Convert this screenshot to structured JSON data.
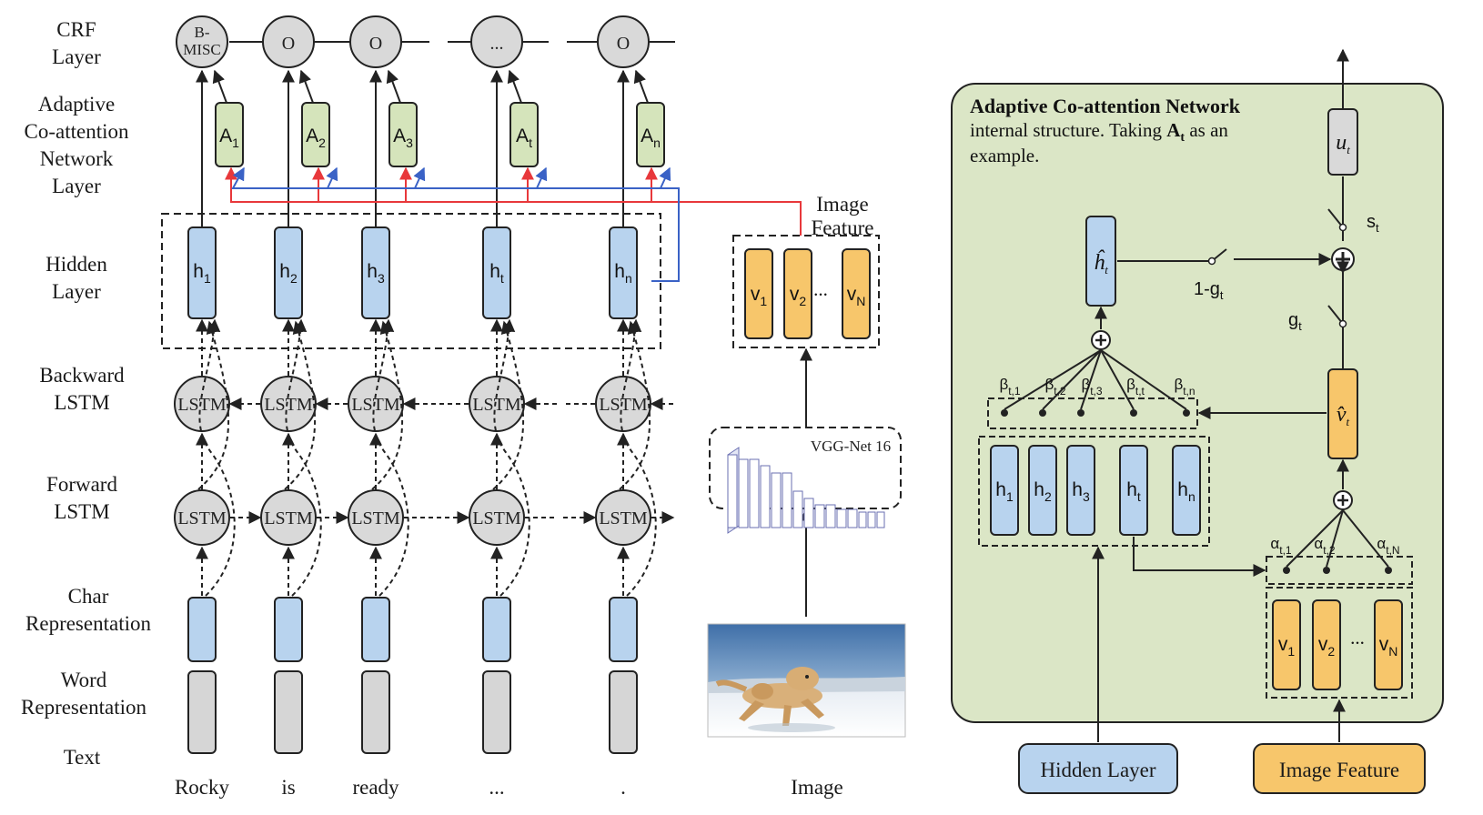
{
  "row_labels": {
    "crf": [
      "CRF",
      "Layer"
    ],
    "acn": [
      "Adaptive",
      "Co-attention",
      "Network",
      "Layer"
    ],
    "hidden": [
      "Hidden",
      "Layer"
    ],
    "backward": [
      "Backward",
      "LSTM"
    ],
    "forward": [
      "Forward",
      "LSTM"
    ],
    "char": [
      "Char",
      "Representation"
    ],
    "word": [
      "Word",
      "Representation"
    ],
    "text": "Text"
  },
  "crf_nodes": [
    [
      "B-",
      "MISC"
    ],
    [
      "O"
    ],
    [
      "O"
    ],
    [
      "..."
    ],
    [
      "O"
    ]
  ],
  "attention_nodes": [
    {
      "base": "A",
      "sub": "1"
    },
    {
      "base": "A",
      "sub": "2"
    },
    {
      "base": "A",
      "sub": "3"
    },
    {
      "base": "A",
      "sub": "t"
    },
    {
      "base": "A",
      "sub": "n"
    }
  ],
  "hidden_nodes": [
    {
      "base": "h",
      "sub": "1"
    },
    {
      "base": "h",
      "sub": "2"
    },
    {
      "base": "h",
      "sub": "3"
    },
    {
      "base": "h",
      "sub": "t"
    },
    {
      "base": "h",
      "sub": "n"
    }
  ],
  "lstm_label": "LSTM",
  "words": [
    "Rocky",
    "is",
    "ready",
    "...",
    "."
  ],
  "image_feature_label": [
    "Image",
    "Feature"
  ],
  "image_features": [
    {
      "base": "v",
      "sub": "1"
    },
    {
      "base": "v",
      "sub": "2"
    },
    {
      "base": "v",
      "sub": "N"
    }
  ],
  "ellipsis": "...",
  "vgg_label": "VGG-Net 16",
  "image_label": "Image",
  "acn_panel": {
    "title_bold": "Adaptive Co-attention Network",
    "title_rest": " internal structure. Taking ",
    "title_symbol": "A",
    "title_symbol_sub": "t",
    "title_tail": " as an",
    "title_line3": "example.",
    "output": {
      "base": "u",
      "sub": "t"
    },
    "h_hat": {
      "base": "ĥ",
      "sub": "t"
    },
    "v_hat": {
      "base": "v̂",
      "sub": "t"
    },
    "switch_s": {
      "base": "s",
      "sub": "t"
    },
    "switch_1g": {
      "base": "1-g",
      "sub": "t"
    },
    "switch_g": {
      "base": "g",
      "sub": "t"
    },
    "betas": [
      {
        "base": "β",
        "sub": "t,1"
      },
      {
        "base": "β",
        "sub": "t,2"
      },
      {
        "base": "β",
        "sub": "t,3"
      },
      {
        "base": "β",
        "sub": "t,t"
      },
      {
        "base": "β",
        "sub": "t,n"
      }
    ],
    "alphas": [
      {
        "base": "α",
        "sub": "t,1"
      },
      {
        "base": "α",
        "sub": "t,2"
      },
      {
        "base": "α",
        "sub": "t,N"
      }
    ],
    "hidden_nodes": [
      {
        "base": "h",
        "sub": "1"
      },
      {
        "base": "h",
        "sub": "2"
      },
      {
        "base": "h",
        "sub": "3"
      },
      {
        "base": "h",
        "sub": "t"
      },
      {
        "base": "h",
        "sub": "n"
      }
    ],
    "image_nodes": [
      {
        "base": "v",
        "sub": "1"
      },
      {
        "base": "v",
        "sub": "2"
      },
      {
        "base": "v",
        "sub": "N"
      }
    ],
    "hidden_layer_box": "Hidden Layer",
    "image_feature_box": "Image Feature"
  },
  "colors": {
    "crf_fill": "#d9d9d9",
    "attention_fill": "#d5e4bb",
    "hidden_fill": "#b8d3ee",
    "feature_fill": "#f7c66b",
    "panel_fill": "#dbe6c6",
    "word_fill": "#d6d6d6",
    "red_line": "#e8383b",
    "blue_line": "#3a62c6"
  }
}
